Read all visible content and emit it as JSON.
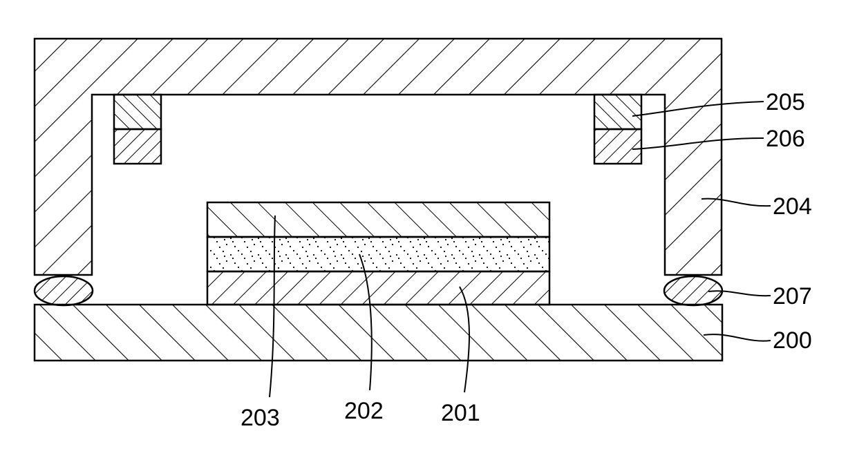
{
  "figure": {
    "labels": {
      "cap": "204",
      "layer_205": "205",
      "layer_206": "206",
      "seal": "207",
      "substrate": "200",
      "layer_201": "201",
      "layer_202": "202",
      "layer_203": "203"
    }
  },
  "colors": {
    "line": "#000000",
    "background": "#ffffff"
  }
}
